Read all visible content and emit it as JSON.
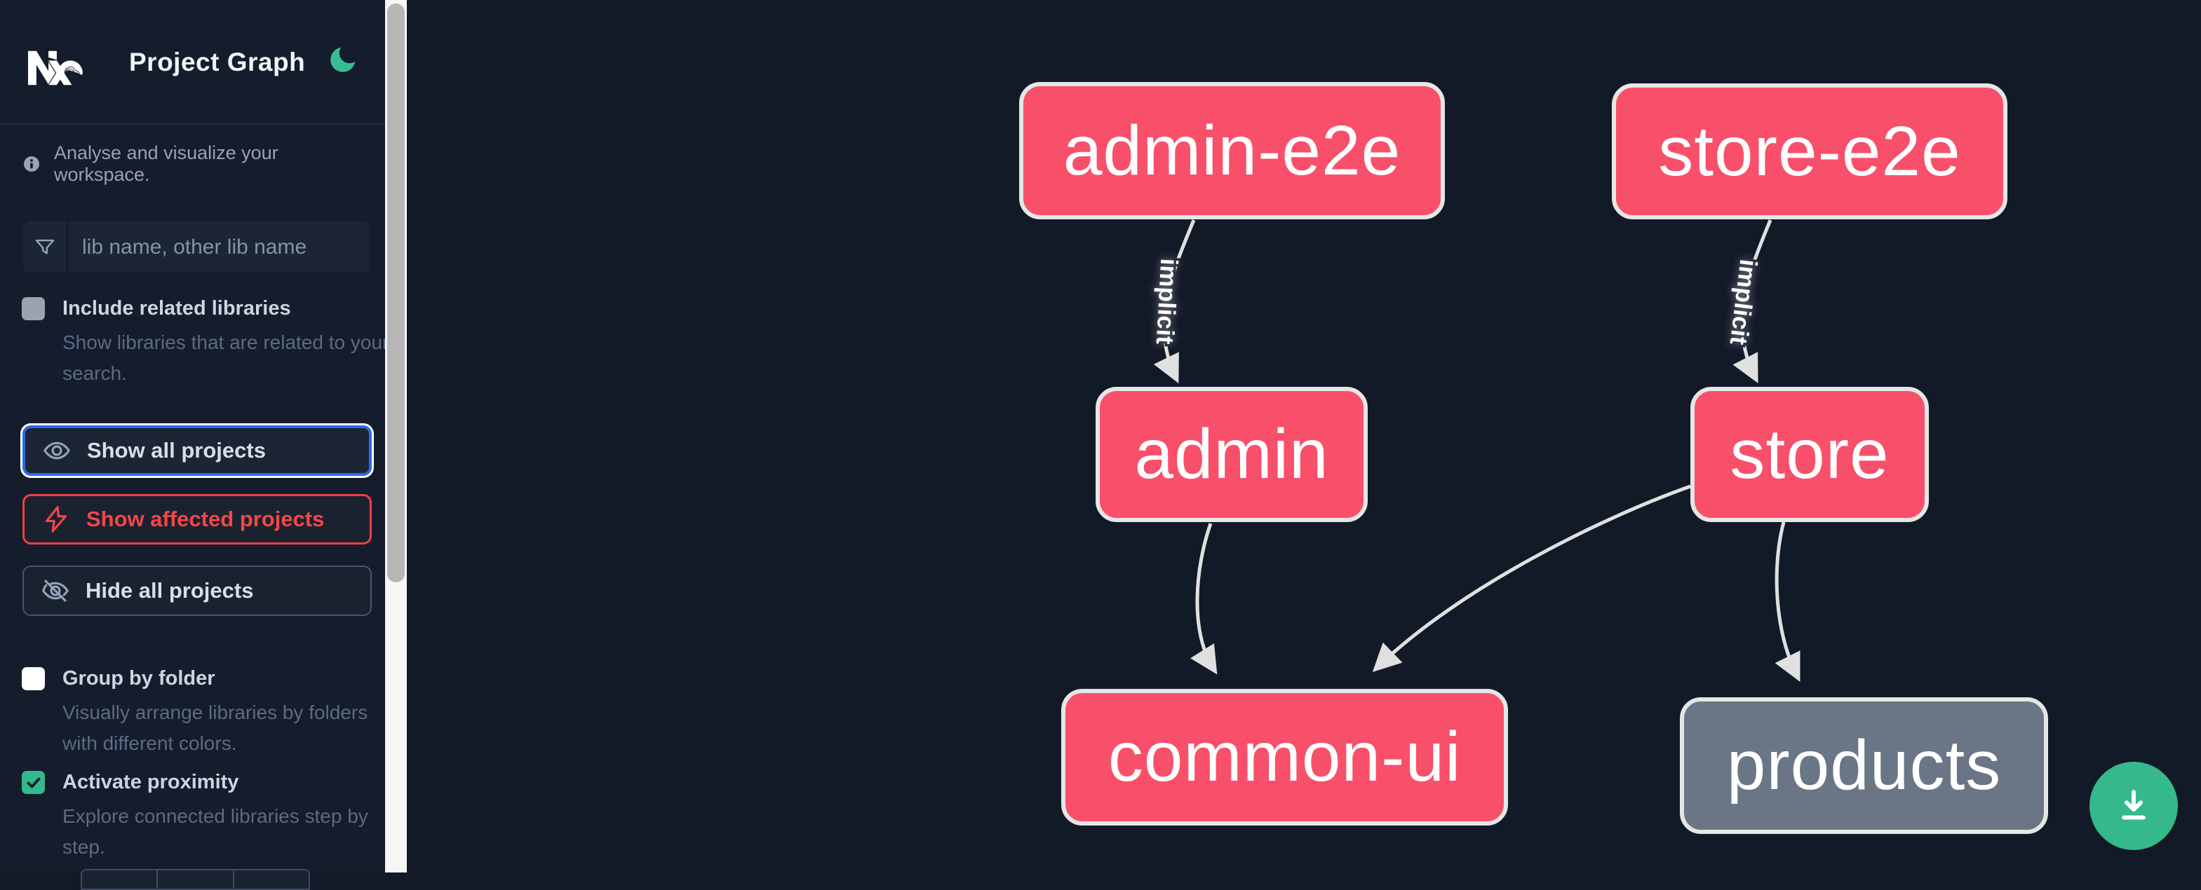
{
  "header": {
    "title": "Project Graph",
    "logo_icon": "nx-logo",
    "theme_toggle_icon": "moon"
  },
  "sidebar": {
    "info_text": "Analyse and visualize your workspace.",
    "search": {
      "placeholder": "lib name, other lib name",
      "value": "",
      "icon": "funnel"
    },
    "toggles": [
      {
        "label": "Include related libraries",
        "description": "Show libraries that are related to your search.",
        "checked": false
      },
      {
        "label": "Group by folder",
        "description": "Visually arrange libraries by folders with different colors.",
        "checked": false
      },
      {
        "label": "Activate proximity",
        "description": "Explore connected libraries step by step.",
        "checked": true
      }
    ],
    "buttons": [
      {
        "label": "Show all projects",
        "icon": "eye",
        "state": "focused"
      },
      {
        "label": "Show affected projects",
        "icon": "bolt",
        "state": "affected"
      },
      {
        "label": "Hide all projects",
        "icon": "eye-slash",
        "state": "default"
      }
    ]
  },
  "graph": {
    "nodes": [
      {
        "label": "admin-e2e",
        "status": "affected"
      },
      {
        "label": "store-e2e",
        "status": "affected"
      },
      {
        "label": "admin",
        "status": "affected"
      },
      {
        "label": "store",
        "status": "affected"
      },
      {
        "label": "common-ui",
        "status": "affected"
      },
      {
        "label": "products",
        "status": "normal"
      }
    ],
    "edges": [
      {
        "from": "admin-e2e",
        "to": "admin",
        "label": "implicit"
      },
      {
        "from": "store-e2e",
        "to": "store",
        "label": "implicit"
      },
      {
        "from": "admin",
        "to": "common-ui",
        "label": ""
      },
      {
        "from": "store",
        "to": "common-ui",
        "label": ""
      },
      {
        "from": "store",
        "to": "products",
        "label": ""
      }
    ]
  },
  "floating_actions": {
    "download_icon": "download"
  },
  "colors": {
    "accent_green": "#34b88c",
    "affected_node": "#f8506a",
    "normal_node": "#6a7585",
    "node_border": "#e6e6e6",
    "edge": "#e0e0e0",
    "focus_blue": "#2b6be8",
    "affected_red": "#ef4040",
    "sidebar_bg": "#151c2c",
    "canvas_bg": "#121927"
  }
}
